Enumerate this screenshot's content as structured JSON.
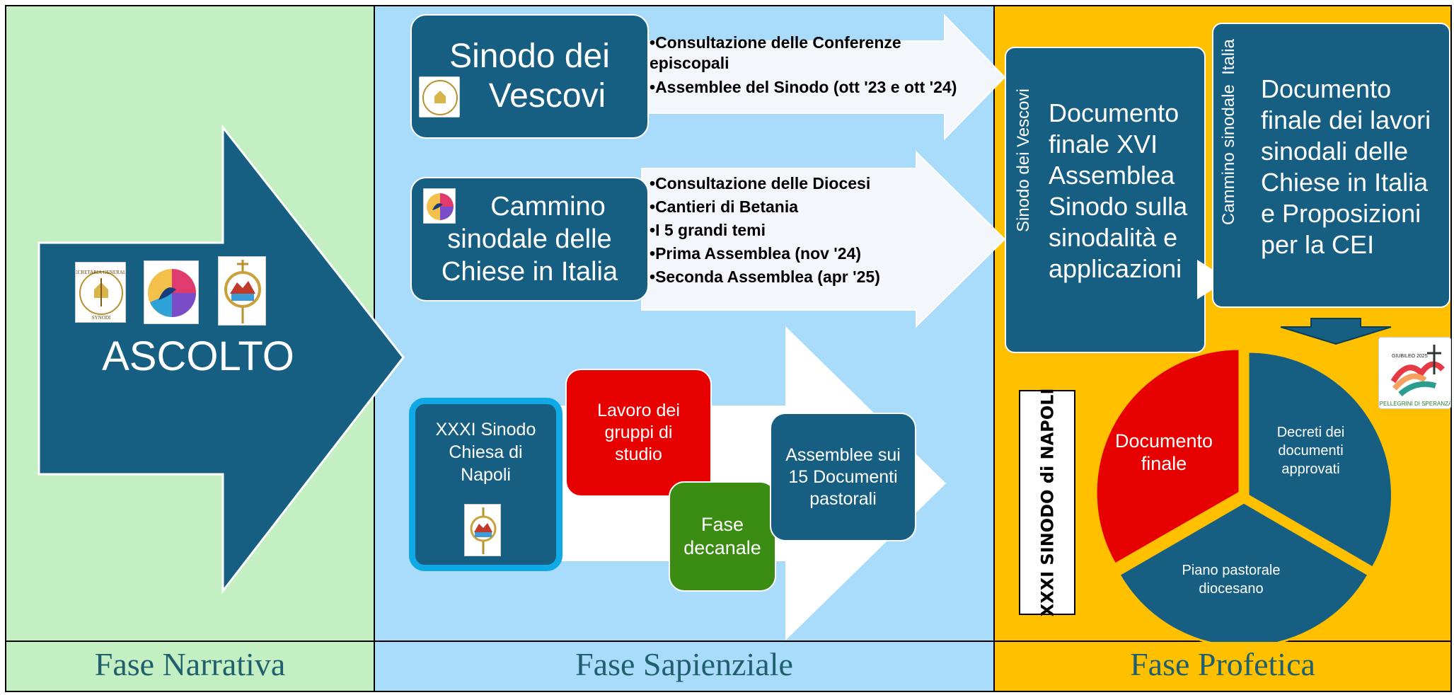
{
  "colors": {
    "narrative_bg": "#c3efc3",
    "sapienziale_bg": "#a9dcfa",
    "profetica_bg": "#ffc000",
    "dark_blue": "#175f82",
    "red": "#e60000",
    "green": "#3b8c12",
    "cyan_border": "#0fa9e6",
    "footer_text": "#1f5f6e"
  },
  "footer": {
    "narrativa": "Fase Narrativa",
    "sapienziale": "Fase Sapienziale",
    "profetica": "Fase Profetica"
  },
  "narrativa": {
    "arrow_label": "ASCOLTO",
    "logos": [
      "secretaria-synodi-seal-icon",
      "cammino-sinodale-logo-icon",
      "sinodo-napoli-logo-icon"
    ],
    "seal_text_top": "SECRETARIA GENERALIS",
    "seal_text_bottom": "SYNODI"
  },
  "sapienziale": {
    "vescovi": {
      "title_line1": "Sinodo dei",
      "title_line2": "Vescovi",
      "bullets": [
        "Consultazione delle Conferenze episcopali",
        "Assemblee del Sinodo (ott '23 e ott '24)"
      ]
    },
    "italia": {
      "title": "Cammino sinodale delle Chiese in Italia",
      "bullets": [
        "Consultazione delle Diocesi",
        "Cantieri di Betania",
        "I 5 grandi temi",
        "Prima Assemblea (nov '24)",
        "Seconda Assemblea (apr '25)"
      ]
    },
    "napoli": {
      "sinodo_box": "XXXI Sinodo Chiesa di Napoli",
      "lavoro_box": "Lavoro dei gruppi di studio",
      "fase_box": "Fase decanale",
      "assemblee_box": "Assemblee sui 15 Documenti pastorali"
    }
  },
  "profetica": {
    "vescovi_vertical": "Sinodo dei Vescovi",
    "vescovi_doc": "Documento finale XVI Assemblea Sinodo sulla sinodalità e applicazioni",
    "italia_vertical": "Cammino sinodale  Italia",
    "italia_doc": "Documento finale dei lavori sinodali delle Chiese in Italia e Proposizioni per la CEI",
    "napoli_vertical": "XXXI SINODO di NAPOLI",
    "jubilee_text": "PELLEGRINI DI SPERANZA",
    "jubilee_small": "GIUBILEO 2025",
    "pie": [
      {
        "label": "Documento finale",
        "color": "#e60000"
      },
      {
        "label": "Decreti dei documenti approvati",
        "color": "#175f82"
      },
      {
        "label": "Piano pastorale diocesano",
        "color": "#175f82"
      }
    ]
  }
}
